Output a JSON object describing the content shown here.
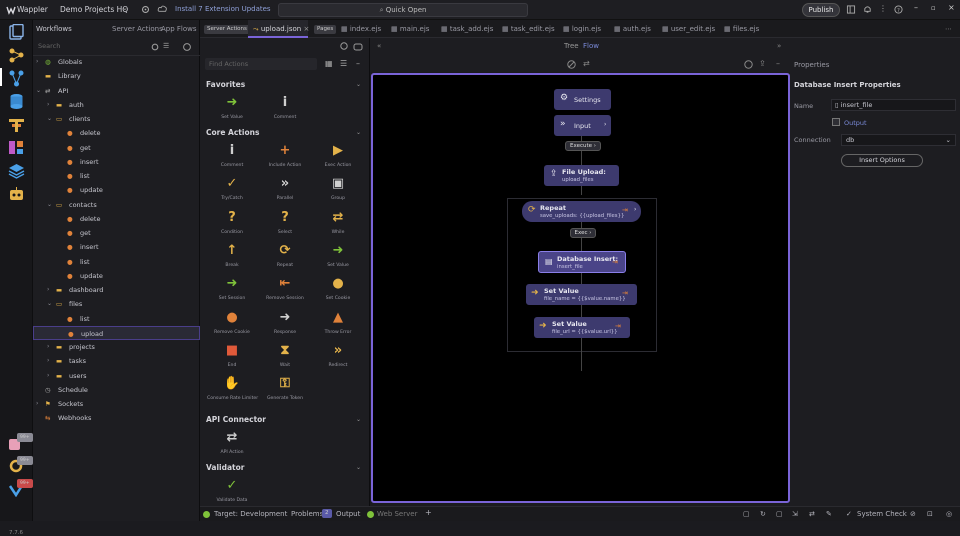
{
  "titlebar": {
    "app_name": "Wappler",
    "project": "Demo Projects HQ",
    "extension_notice": "Install 7 Extension Updates",
    "quick_open": "Quick Open",
    "publish": "Publish"
  },
  "rail": {
    "version": "7.7.6",
    "badges": [
      "99+",
      "99+",
      "99+"
    ]
  },
  "workflows": {
    "title": "Workflows",
    "tabs": [
      "Server Actions",
      "App Flows"
    ],
    "search_placeholder": "Search",
    "tree": [
      {
        "label": "Globals",
        "level": 0,
        "icon": "globe-icon"
      },
      {
        "label": "Library",
        "level": 0,
        "icon": "folder-icon"
      },
      {
        "label": "API",
        "level": 0,
        "icon": "api-icon"
      },
      {
        "label": "auth",
        "level": 1,
        "icon": "folder-icon"
      },
      {
        "label": "clients",
        "level": 1,
        "icon": "folder-open-icon"
      },
      {
        "label": "delete",
        "level": 2,
        "icon": "action-icon"
      },
      {
        "label": "get",
        "level": 2,
        "icon": "action-icon"
      },
      {
        "label": "insert",
        "level": 2,
        "icon": "action-icon"
      },
      {
        "label": "list",
        "level": 2,
        "icon": "action-icon"
      },
      {
        "label": "update",
        "level": 2,
        "icon": "action-icon"
      },
      {
        "label": "contacts",
        "level": 1,
        "icon": "folder-open-icon"
      },
      {
        "label": "delete",
        "level": 2,
        "icon": "action-icon"
      },
      {
        "label": "get",
        "level": 2,
        "icon": "action-icon"
      },
      {
        "label": "insert",
        "level": 2,
        "icon": "action-icon"
      },
      {
        "label": "list",
        "level": 2,
        "icon": "action-icon"
      },
      {
        "label": "update",
        "level": 2,
        "icon": "action-icon"
      },
      {
        "label": "dashboard",
        "level": 1,
        "icon": "folder-icon"
      },
      {
        "label": "files",
        "level": 1,
        "icon": "folder-open-icon"
      },
      {
        "label": "list",
        "level": 2,
        "icon": "action-icon"
      },
      {
        "label": "upload",
        "level": 2,
        "icon": "action-icon",
        "selected": true
      },
      {
        "label": "projects",
        "level": 1,
        "icon": "folder-icon"
      },
      {
        "label": "tasks",
        "level": 1,
        "icon": "folder-icon"
      },
      {
        "label": "users",
        "level": 1,
        "icon": "folder-icon"
      },
      {
        "label": "Schedule",
        "level": 0,
        "icon": "schedule-icon"
      },
      {
        "label": "Sockets",
        "level": 0,
        "icon": "socket-icon"
      },
      {
        "label": "Webhooks",
        "level": 0,
        "icon": "webhook-icon"
      }
    ]
  },
  "editor_tabs": [
    {
      "label": "Server Actions",
      "badge": true
    },
    {
      "label": "upload.json",
      "active": true
    },
    {
      "label": "Pages",
      "badge": true
    },
    {
      "label": "index.ejs"
    },
    {
      "label": "main.ejs"
    },
    {
      "label": "task_add.ejs"
    },
    {
      "label": "task_edit.ejs"
    },
    {
      "label": "login.ejs"
    },
    {
      "label": "auth.ejs"
    },
    {
      "label": "user_edit.ejs"
    },
    {
      "label": "files.ejs"
    }
  ],
  "actions": {
    "find_placeholder": "Find Actions",
    "sections": [
      {
        "title": "Favorites",
        "items": [
          {
            "label": "Set Value",
            "icon": "set-value-icon"
          },
          {
            "label": "Comment",
            "icon": "comment-icon"
          }
        ]
      },
      {
        "title": "Core Actions",
        "items": [
          {
            "label": "Comment",
            "icon": "comment-icon"
          },
          {
            "label": "Include Action",
            "icon": "include-icon"
          },
          {
            "label": "Exec Action",
            "icon": "exec-icon"
          },
          {
            "label": "Try/Catch",
            "icon": "try-catch-icon"
          },
          {
            "label": "Parallel",
            "icon": "parallel-icon"
          },
          {
            "label": "Group",
            "icon": "group-icon"
          },
          {
            "label": "Condition",
            "icon": "condition-icon"
          },
          {
            "label": "Select",
            "icon": "select-icon"
          },
          {
            "label": "While",
            "icon": "while-icon"
          },
          {
            "label": "Break",
            "icon": "break-icon"
          },
          {
            "label": "Repeat",
            "icon": "repeat-icon"
          },
          {
            "label": "Set Value",
            "icon": "set-value-icon"
          },
          {
            "label": "Set Session",
            "icon": "set-session-icon"
          },
          {
            "label": "Remove Session",
            "icon": "remove-session-icon"
          },
          {
            "label": "Set Cookie",
            "icon": "cookie-icon"
          },
          {
            "label": "Remove Cookie",
            "icon": "remove-cookie-icon"
          },
          {
            "label": "Response",
            "icon": "response-icon"
          },
          {
            "label": "Throw Error",
            "icon": "error-icon"
          },
          {
            "label": "End",
            "icon": "end-icon"
          },
          {
            "label": "Wait",
            "icon": "wait-icon"
          },
          {
            "label": "Redirect",
            "icon": "redirect-icon"
          },
          {
            "label": "Consume Rate Limiter",
            "icon": "rate-limit-icon"
          },
          {
            "label": "Generate Token",
            "icon": "token-icon"
          }
        ]
      },
      {
        "title": "API Connector",
        "items": [
          {
            "label": "API Action",
            "icon": "api-action-icon"
          }
        ]
      },
      {
        "title": "Validator",
        "items": [
          {
            "label": "Validate Data",
            "icon": "validate-icon"
          }
        ]
      }
    ]
  },
  "canvas": {
    "mode_tabs": [
      "Tree",
      "Flow"
    ],
    "nodes": {
      "settings": "Settings",
      "input": "Input",
      "execute": "Execute",
      "upload_title": "File Upload:",
      "upload_sub": "upload_files",
      "repeat_title": "Repeat",
      "repeat_sub": "save_uploads: {{upload_files}}",
      "exec": "Exec",
      "db_title": "Database Insert:",
      "db_sub": "insert_file",
      "sv1_title": "Set Value",
      "sv1_sub": "file_name = {{$value.name}}",
      "sv2_title": "Set Value",
      "sv2_sub": "file_url = {{$value.url}}"
    }
  },
  "properties": {
    "title": "Properties",
    "heading": "Database Insert Properties",
    "name_label": "Name",
    "name_value": "insert_file",
    "output_label": "Output",
    "connection_label": "Connection",
    "connection_value": "db",
    "insert_options": "Insert Options"
  },
  "status": {
    "target": "Target: Development",
    "problems": "Problems",
    "problems_count": "2",
    "output": "Output",
    "web_server": "Web Server",
    "system_check": "System Check"
  },
  "colors": {
    "accent": "#7a64d8",
    "node": "#3d3a6e",
    "action_orange": "#e0823a",
    "action_yellow": "#e3b24a",
    "action_green": "#7fc23a"
  }
}
